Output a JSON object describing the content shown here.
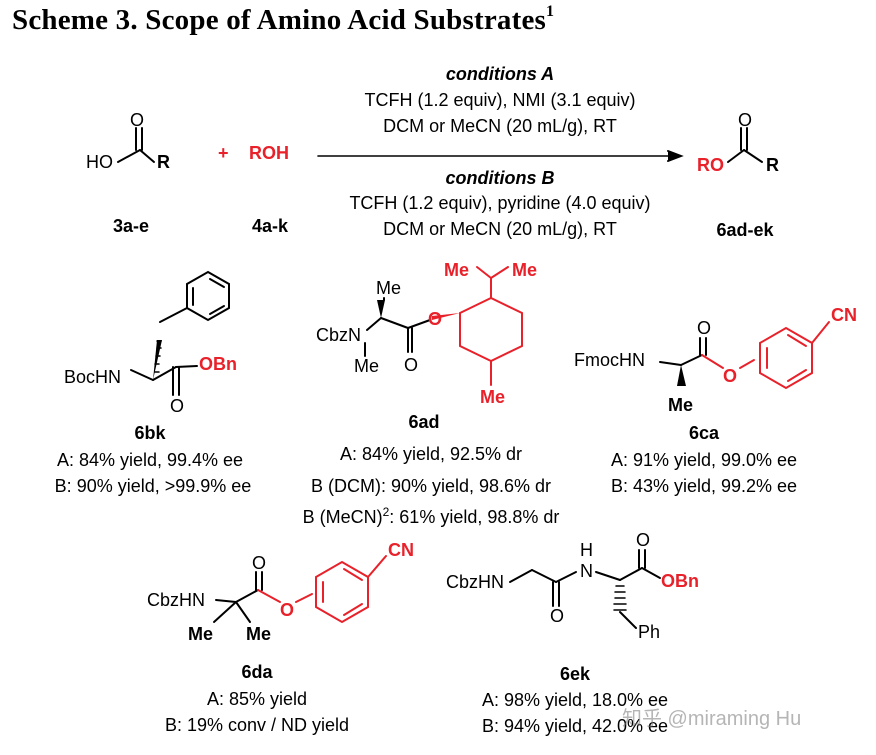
{
  "title": {
    "text": "Scheme 3. Scope of Amino Acid Substrates",
    "sup": "1"
  },
  "reaction": {
    "acid": {
      "ho": "HO",
      "o": "O",
      "r": "R",
      "label": "3a-e"
    },
    "plus": "+",
    "alcohol": {
      "text": "ROH",
      "label": "4a-k"
    },
    "condA": {
      "title": "conditions A",
      "line1": "TCFH (1.2 equiv), NMI (3.1 equiv)",
      "line2": "DCM or MeCN (20 mL/g), RT"
    },
    "condB": {
      "title": "conditions B",
      "line1": "TCFH (1.2 equiv), pyridine (4.0 equiv)",
      "line2": "DCM or MeCN (20 mL/g), RT"
    },
    "product": {
      "ro": "RO",
      "o": "O",
      "r": "R",
      "label": "6ad-ek"
    }
  },
  "compounds": {
    "c6bk": {
      "label": "6bk",
      "a": "A: 84% yield, 99.4% ee",
      "b": "B: 90% yield, >99.9% ee",
      "atoms": {
        "boc": "BocHN",
        "obn": "OBn",
        "o": "O"
      }
    },
    "c6ad": {
      "label": "6ad",
      "a": "A: 84% yield, 92.5% dr",
      "b": "B (DCM): 90% yield, 98.6% dr",
      "c": "B (MeCN)",
      "c_sup": "2",
      "c_rest": ": 61% yield, 98.8% dr",
      "atoms": {
        "me_top": "Me",
        "cbzn": "CbzN",
        "me_n": "Me",
        "o_ester": "O",
        "o_carb": "O",
        "me_iso1": "Me",
        "me_iso2": "Me",
        "me_ring": "Me"
      }
    },
    "c6ca": {
      "label": "6ca",
      "a": "A: 91% yield, 99.0% ee",
      "b": "B: 43% yield, 99.2% ee",
      "atoms": {
        "fmoc": "FmocHN",
        "o_carb": "O",
        "o_ester": "O",
        "me": "Me",
        "cn": "CN"
      }
    },
    "c6da": {
      "label": "6da",
      "a": "A: 85% yield",
      "b": "B: 19% conv / ND yield",
      "atoms": {
        "cbz": "CbzHN",
        "o_carb": "O",
        "o_ester": "O",
        "me1": "Me",
        "me2": "Me",
        "cn": "CN"
      }
    },
    "c6ek": {
      "label": "6ek",
      "a": "A: 98% yield, 18.0% ee",
      "b": "B: 94% yield, 42.0% ee",
      "atoms": {
        "cbz": "CbzHN",
        "o_amide": "O",
        "nh_n": "N",
        "nh_h": "H",
        "o_carb": "O",
        "obn": "OBn",
        "ph": "Ph"
      }
    }
  },
  "watermark": "知乎 @miraming Hu",
  "colors": {
    "highlight": "#e8212a",
    "text": "#000000"
  }
}
